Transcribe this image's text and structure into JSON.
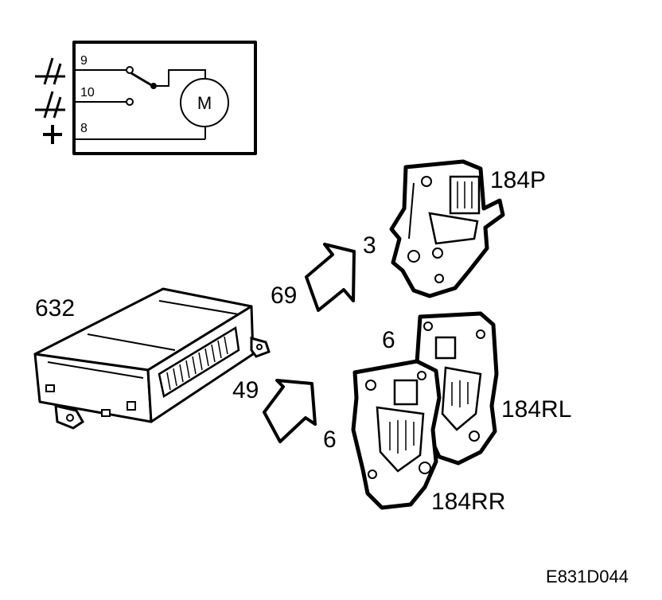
{
  "schematic": {
    "pins": [
      {
        "number": "9",
        "symbol": "ground-icon"
      },
      {
        "number": "10",
        "symbol": "ground-icon"
      },
      {
        "number": "8",
        "symbol": "plus-icon"
      }
    ],
    "motor_label": "M"
  },
  "components": {
    "control_module": "632",
    "lock_front": "184P",
    "lock_rear_left": "184RL",
    "lock_rear_right": "184RR"
  },
  "connectors": {
    "upper_arrow": "69",
    "lower_arrow": "49",
    "front_lock_connector": "3",
    "rear_left_connector": "6",
    "rear_right_connector": "6"
  },
  "figure_code": "E831D044"
}
